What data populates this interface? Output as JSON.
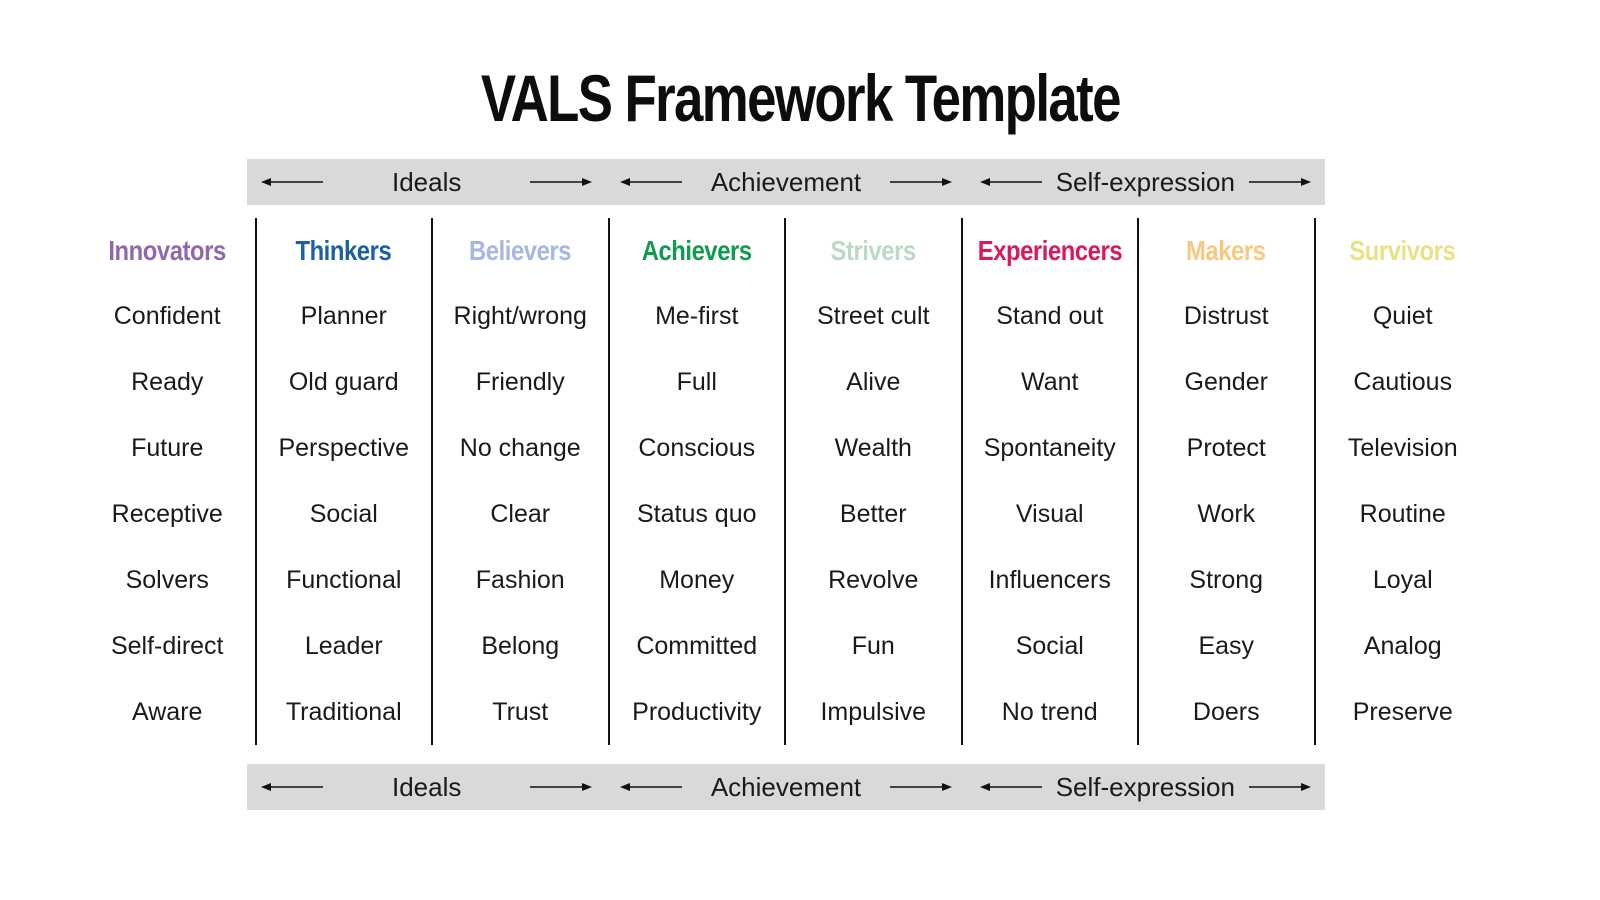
{
  "title": "VALS Framework Template",
  "colors": {
    "banner_bg": "#d9d9d9",
    "text": "#1a1a1a"
  },
  "axis_banner": {
    "segments": [
      {
        "label": "Ideals"
      },
      {
        "label": "Achievement"
      },
      {
        "label": "Self-expression"
      }
    ]
  },
  "columns": [
    {
      "name": "Innovators",
      "color": "#9268ad",
      "items": [
        "Confident",
        "Ready",
        "Future",
        "Receptive",
        "Solvers",
        "Self-direct",
        "Aware"
      ]
    },
    {
      "name": "Thinkers",
      "color": "#1c5fa5",
      "items": [
        "Planner",
        "Old guard",
        "Perspective",
        "Social",
        "Functional",
        "Leader",
        "Traditional"
      ]
    },
    {
      "name": "Believers",
      "color": "#a6b8de",
      "items": [
        "Right/wrong",
        "Friendly",
        "No change",
        "Clear",
        "Fashion",
        "Belong",
        "Trust"
      ]
    },
    {
      "name": "Achievers",
      "color": "#119a52",
      "items": [
        "Me-first",
        "Full",
        "Conscious",
        "Status quo",
        "Money",
        "Committed",
        "Productivity"
      ]
    },
    {
      "name": "Strivers",
      "color": "#bcd9c8",
      "items": [
        "Street cult",
        "Alive",
        "Wealth",
        "Better",
        "Revolve",
        "Fun",
        "Impulsive"
      ]
    },
    {
      "name": "Experiencers",
      "color": "#d91a57",
      "items": [
        "Stand out",
        "Want",
        "Spontaneity",
        "Visual",
        "Influencers",
        "Social",
        "No trend"
      ]
    },
    {
      "name": "Makers",
      "color": "#f7c87e",
      "items": [
        "Distrust",
        "Gender",
        "Protect",
        "Work",
        "Strong",
        "Easy",
        "Doers"
      ]
    },
    {
      "name": "Survivors",
      "color": "#e9e284",
      "items": [
        "Quiet",
        "Cautious",
        "Television",
        "Routine",
        "Loyal",
        "Analog",
        "Preserve"
      ]
    }
  ]
}
